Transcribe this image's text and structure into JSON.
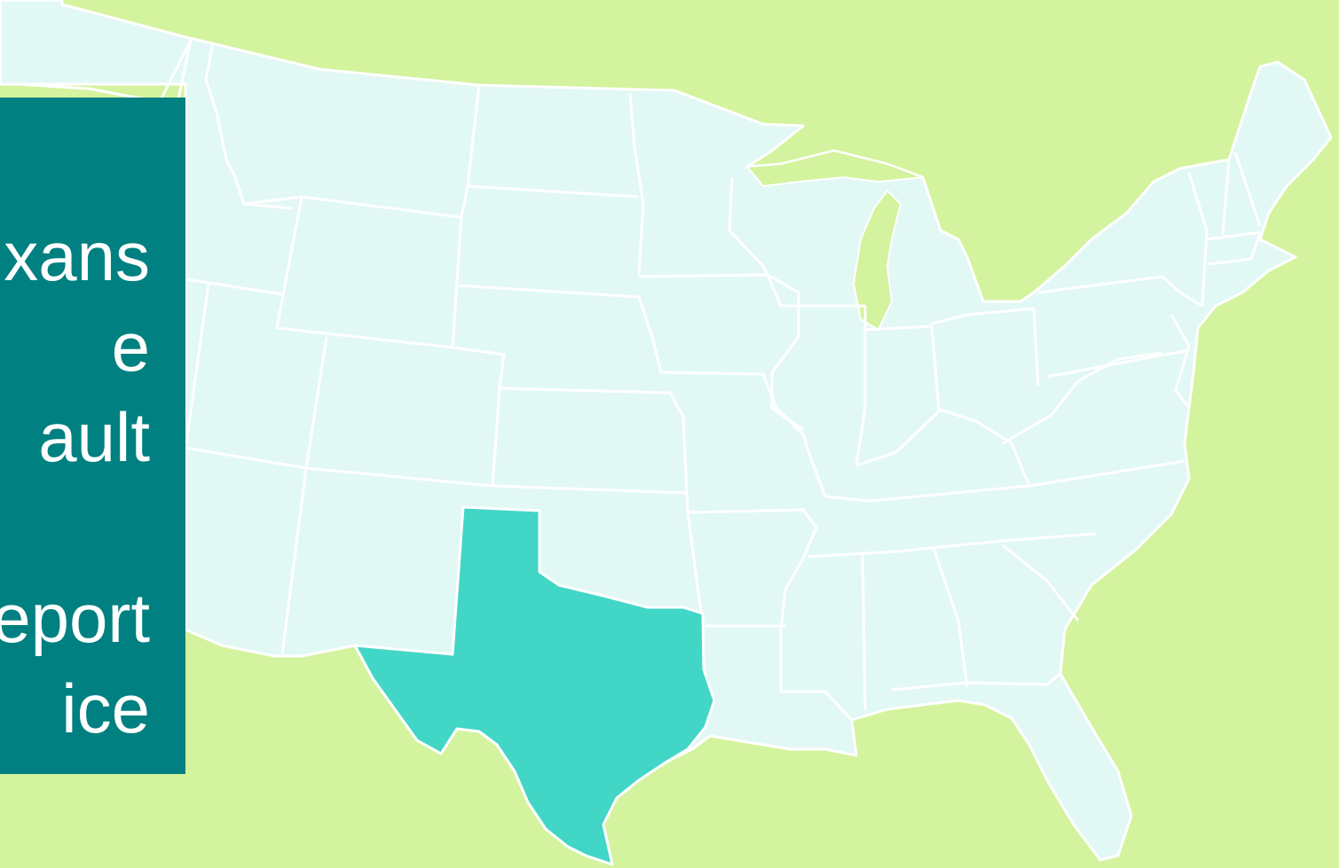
{
  "colors": {
    "background": "#d4f39e",
    "land": "#e2f8f5",
    "borders": "#ffffff",
    "highlight": "#42d6c7",
    "panel": "#008080",
    "panel_text": "#ffffff"
  },
  "map": {
    "highlighted_state": "Texas"
  },
  "panel": {
    "lines": [
      "xans",
      "e",
      "ault",
      "",
      "eport",
      "ice"
    ]
  }
}
